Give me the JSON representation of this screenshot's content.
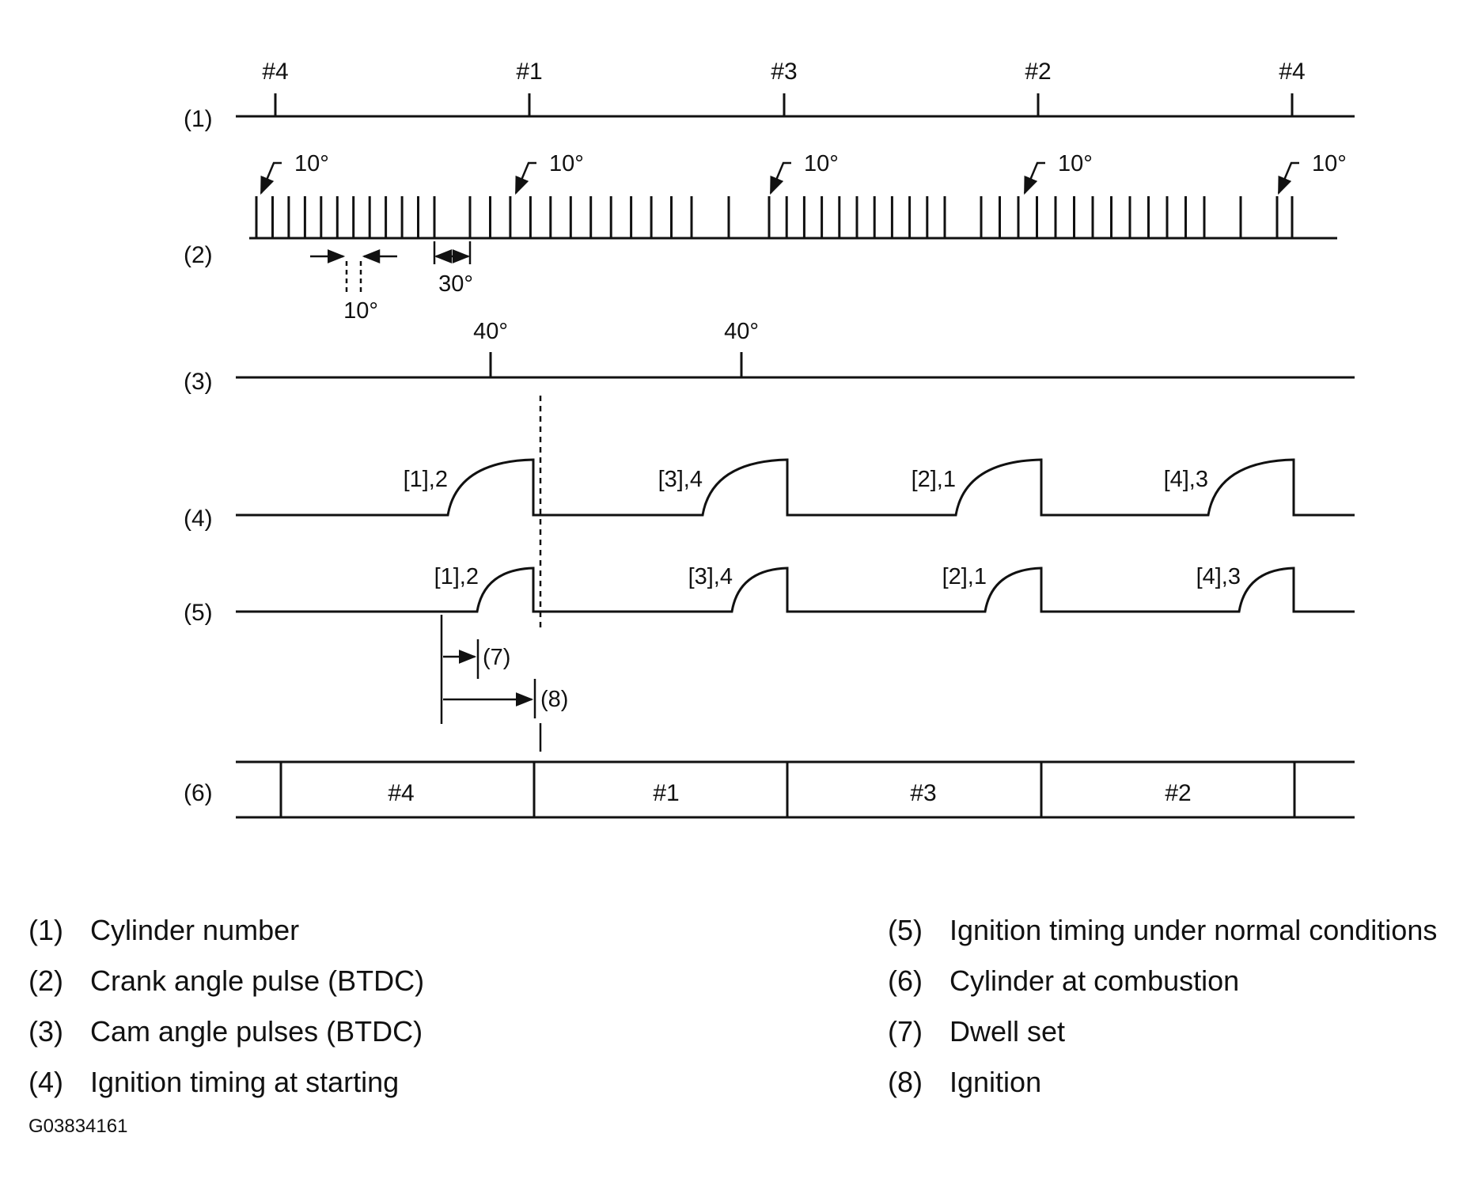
{
  "row_labels": [
    "(1)",
    "(2)",
    "(3)",
    "(4)",
    "(5)",
    "(6)"
  ],
  "cylinder_labels": [
    "#4",
    "#1",
    "#3",
    "#2",
    "#4"
  ],
  "tooth_angle_labels": [
    "10°",
    "10°",
    "10°",
    "10°",
    "10°"
  ],
  "tooth_spacing_label": "10°",
  "gap_label": "30°",
  "cam_pulse_labels": [
    "40°",
    "40°"
  ],
  "start_pulse_labels": [
    "[1],2",
    "[3],4",
    "[2],1",
    "[4],3"
  ],
  "normal_pulse_labels": [
    "[1],2",
    "[3],4",
    "[2],1",
    "[4],3"
  ],
  "dwell_marker": "(7)",
  "ignition_marker": "(8)",
  "combustion_cells": [
    "#4",
    "#1",
    "#3",
    "#2"
  ],
  "legend": [
    {
      "num": "(1)",
      "text": "Cylinder number"
    },
    {
      "num": "(2)",
      "text": "Crank angle pulse (BTDC)"
    },
    {
      "num": "(3)",
      "text": "Cam angle pulses (BTDC)"
    },
    {
      "num": "(4)",
      "text": "Ignition timing at starting"
    },
    {
      "num": "(5)",
      "text": "Ignition timing under normal conditions"
    },
    {
      "num": "(6)",
      "text": "Cylinder at combustion"
    },
    {
      "num": "(7)",
      "text": "Dwell set"
    },
    {
      "num": "(8)",
      "text": "Ignition"
    }
  ],
  "figure_id": "G03834161"
}
